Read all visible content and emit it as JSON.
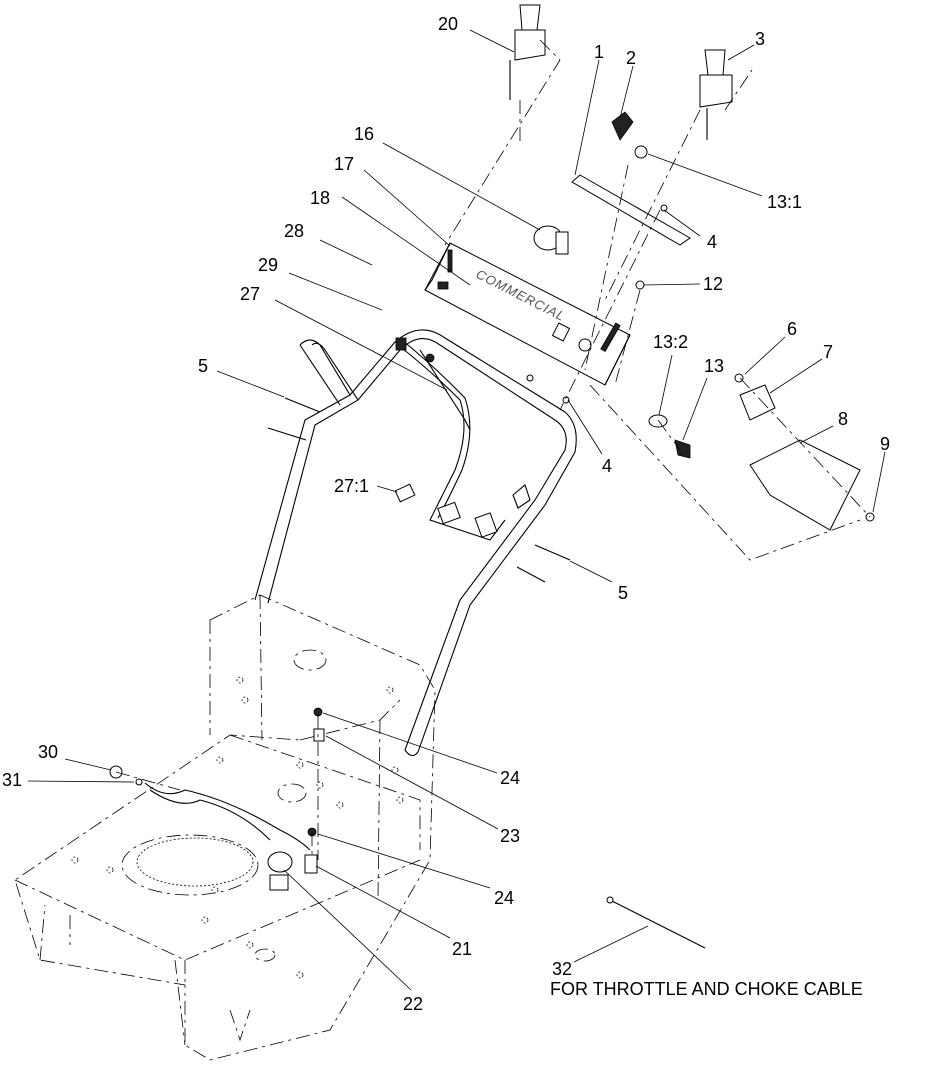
{
  "callouts": [
    {
      "id": "c20",
      "text": "20"
    },
    {
      "id": "c1",
      "text": "1"
    },
    {
      "id": "c2",
      "text": "2"
    },
    {
      "id": "c3",
      "text": "3"
    },
    {
      "id": "c13_1",
      "text": "13:1"
    },
    {
      "id": "c16",
      "text": "16"
    },
    {
      "id": "c17",
      "text": "17"
    },
    {
      "id": "c4a",
      "text": "4"
    },
    {
      "id": "c18",
      "text": "18"
    },
    {
      "id": "c28",
      "text": "28"
    },
    {
      "id": "c12",
      "text": "12"
    },
    {
      "id": "c29",
      "text": "29"
    },
    {
      "id": "c27",
      "text": "27"
    },
    {
      "id": "c6",
      "text": "6"
    },
    {
      "id": "c13_2",
      "text": "13:2"
    },
    {
      "id": "c7",
      "text": "7"
    },
    {
      "id": "c13",
      "text": "13"
    },
    {
      "id": "c5a",
      "text": "5"
    },
    {
      "id": "c8",
      "text": "8"
    },
    {
      "id": "c9",
      "text": "9"
    },
    {
      "id": "c4b",
      "text": "4"
    },
    {
      "id": "c27_1",
      "text": "27:1"
    },
    {
      "id": "c5b",
      "text": "5"
    },
    {
      "id": "c30",
      "text": "30"
    },
    {
      "id": "c24a",
      "text": "24"
    },
    {
      "id": "c31",
      "text": "31"
    },
    {
      "id": "c23",
      "text": "23"
    },
    {
      "id": "c24b",
      "text": "24"
    },
    {
      "id": "c21",
      "text": "21"
    },
    {
      "id": "c32",
      "text": "32"
    },
    {
      "id": "c22",
      "text": "22"
    }
  ],
  "note": "FOR THROTTLE AND CHOKE CABLE",
  "panel_brand": "COMMERCIAL"
}
